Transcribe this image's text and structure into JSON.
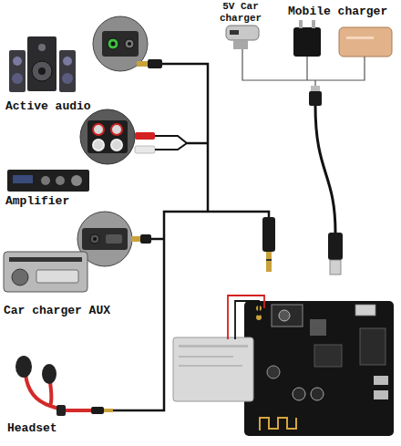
{
  "diagram": {
    "nodes": [
      {
        "text": [
          "5V Car charger"
        ]
      },
      {
        "text": [
          "Mobile charger"
        ]
      },
      {
        "text": [
          "Active audio"
        ]
      },
      {
        "text": [
          "Amplifier"
        ]
      },
      {
        "text": [
          "Car charger AUX"
        ]
      },
      {
        "text": [
          "Headset"
        ]
      }
    ]
  }
}
